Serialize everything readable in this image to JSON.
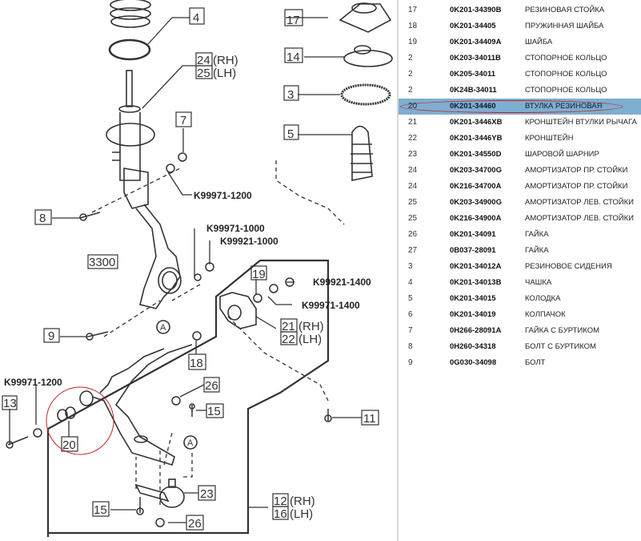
{
  "diagram": {
    "callouts": {
      "c4": "4",
      "c24": "24",
      "c25": "25",
      "rh": "(RH)",
      "lh": "(LH)",
      "c7": "7",
      "c17": "17",
      "c14": "14",
      "c3": "3",
      "c5": "5",
      "c8": "8",
      "c9": "9",
      "c19": "19",
      "c21": "21",
      "c22": "22",
      "c18": "18",
      "c26a": "26",
      "c15a": "15",
      "c11": "11",
      "c13": "13",
      "c20": "20",
      "c23": "23",
      "c15b": "15",
      "c26b": "26",
      "c12": "12",
      "c16": "16",
      "ref3300": "3300",
      "marker_a": "A"
    },
    "hardware": {
      "k1200_upper": "K99971-1200",
      "k1000a": "K99971-1000",
      "k1000b": "K99921-1000",
      "k1400a": "K99921-1400",
      "k1400b": "K99971-1400",
      "k1200_lower": "K99971-1200"
    },
    "highlight_color": "#c0202a"
  },
  "parts": {
    "selected_index": 6,
    "selected_color": "#7eaed0",
    "rows": [
      {
        "num": "17",
        "code": "0K201-34390B",
        "name": "РЕЗИНОВАЯ СТОЙКА"
      },
      {
        "num": "18",
        "code": "0K201-34405",
        "name": "ПРУЖИННАЯ ШАЙБА"
      },
      {
        "num": "19",
        "code": "0K201-34409A",
        "name": "ШАЙБА"
      },
      {
        "num": "2",
        "code": "0K203-34011B",
        "name": "СТОПОРНОЕ КОЛЬЦО"
      },
      {
        "num": "2",
        "code": "0K205-34011",
        "name": "СТОПОРНОЕ КОЛЬЦО"
      },
      {
        "num": "2",
        "code": "0K24B-34011",
        "name": "СТОПОРНОЕ КОЛЬЦО"
      },
      {
        "num": "20",
        "code": "0K201-34460",
        "name": "ВТУЛКА РЕЗИНОВАЯ"
      },
      {
        "num": "21",
        "code": "0K201-3446XB",
        "name": "КРОНШТЕЙН ВТУЛКИ РЫЧАГА"
      },
      {
        "num": "22",
        "code": "0K201-3446YB",
        "name": "КРОНШТЕЙН"
      },
      {
        "num": "23",
        "code": "0K201-34550D",
        "name": "ШАРОВОЙ ШАРНИР"
      },
      {
        "num": "24",
        "code": "0K203-34700G",
        "name": "АМОРТИЗАТОР ПР. СТОЙКИ"
      },
      {
        "num": "24",
        "code": "0K216-34700A",
        "name": "АМОРТИЗАТОР ПР. СТОЙКИ"
      },
      {
        "num": "25",
        "code": "0K203-34900G",
        "name": "АМОРТИЗАТОР ЛЕВ. СТОЙКИ"
      },
      {
        "num": "25",
        "code": "0K216-34900A",
        "name": "АМОРТИЗАТОР ЛЕВ. СТОЙКИ"
      },
      {
        "num": "26",
        "code": "0K201-34091",
        "name": "ГАЙКА"
      },
      {
        "num": "27",
        "code": "0B037-28091",
        "name": "ГАЙКА"
      },
      {
        "num": "3",
        "code": "0K201-34012A",
        "name": "РЕЗИНОВОЕ СИДЕНИЯ"
      },
      {
        "num": "4",
        "code": "0K201-34013B",
        "name": "ЧАШКА"
      },
      {
        "num": "5",
        "code": "0K201-34015",
        "name": "КОЛОДКА"
      },
      {
        "num": "6",
        "code": "0K201-34019",
        "name": "КОЛПАЧОК"
      },
      {
        "num": "7",
        "code": "0H266-28091A",
        "name": "ГАЙКА С БУРТИКОМ"
      },
      {
        "num": "8",
        "code": "0H260-34318",
        "name": "БОЛТ С БУРТИКОМ"
      },
      {
        "num": "9",
        "code": "0G030-34098",
        "name": "БОЛТ"
      }
    ]
  }
}
